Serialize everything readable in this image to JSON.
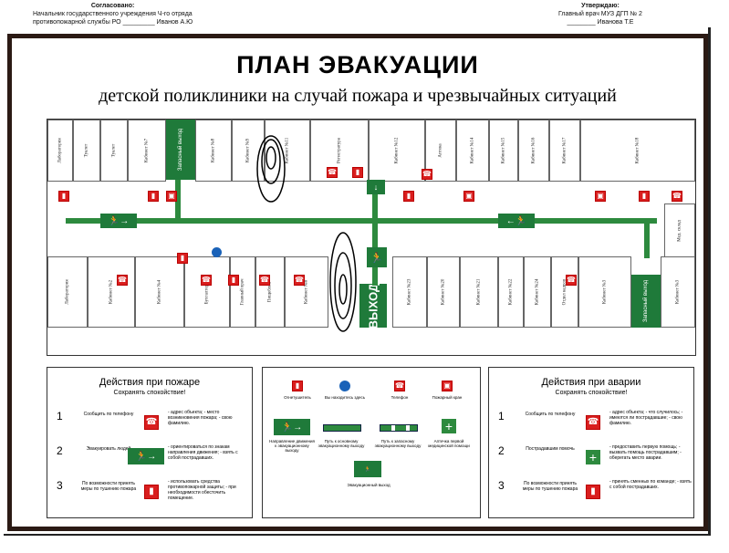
{
  "header": {
    "left_title": "Согласовано:",
    "left_line1": "Начальник государственного учреждения Ч-го отряда",
    "left_line2": "противопожарной службы РО _________ Иванов А.Ю",
    "right_title": "Утверждаю:",
    "right_line1": "Главный врач МУЗ ДГП № 2",
    "right_line2": "________ Иванова Т.Е"
  },
  "plan": {
    "title": "ПЛАН ЭВАКУАЦИИ",
    "subtitle": "детской поликлиники на случай пожара и чрезвычайных ситуаций",
    "top_rooms": [
      "Лаборатория",
      "Туалет",
      "Туалет",
      "Кабинет №7",
      "Кабинет №8",
      "Кабинет №9",
      "Кабинет №11",
      "Регистратура",
      "Кабинет №12",
      "Аптека",
      "Кабинет №14",
      "Кабинет №15",
      "Кабинет №16",
      "Кабинет №17",
      "Кабинет №18"
    ],
    "bottom_rooms": [
      "Лаборатория",
      "Кабинет №2",
      "Кабинет №4",
      "Бухгалтерия",
      "Главный врач",
      "Пищеблок",
      "Кабинет №6",
      "Кабинет №23",
      "Кабинет №20",
      "Кабинет №21",
      "Кабинет №22",
      "Кабинет №24",
      "Отдел кадров",
      "Кабинет №3",
      "Кабинет №3"
    ],
    "spare_exit": "Запасный выход",
    "main_exit": "ВЫХОД",
    "right_room": "Мед. склад"
  },
  "fire_panel": {
    "title": "Действия при пожаре",
    "subtitle": "Сохранять спокойствие!",
    "rows": [
      {
        "num": "1",
        "text": "Сообщить по телефону",
        "desc": "- адрес объекта; - место возникновения пожара; - свою фамилию."
      },
      {
        "num": "2",
        "text": "Эвакуировать людей",
        "desc": "- ориентироваться по знакам направления движения; - взять с собой пострадавших."
      },
      {
        "num": "3",
        "text": "По возможности принять меры по тушению пожара",
        "desc": "- использовать средства противопожарной защиты; - при необходимости обесточить помещение."
      }
    ]
  },
  "legend": {
    "items": [
      "Огнетушитель",
      "Вы находитесь здесь",
      "Телефон",
      "Пожарный кран",
      "Направление движения к эвакуационному выходу",
      "Путь к основному эвакуационному выходу",
      "Путь к запасному эвакуационному выходу",
      "Аптечка первой медицинской помощи",
      "Эвакуационный выход"
    ]
  },
  "accident_panel": {
    "title": "Действия при аварии",
    "subtitle": "Сохранять спокойствие!",
    "rows": [
      {
        "num": "1",
        "text": "Сообщить по телефону",
        "desc": "- адрес объекта; - что случилось; - имеются ли пострадавшие; - свою фамилию."
      },
      {
        "num": "2",
        "text": "Пострадавшим помочь",
        "desc": "- предоставить первую помощь; - вызвать помощь пострадавшим; - оберегать место аварии."
      },
      {
        "num": "3",
        "text": "По возможности принять меры по тушению пожара",
        "desc": "- принять сменных по команде; - взять с собой пострадавших."
      }
    ]
  },
  "colors": {
    "green": "#2d8a3e",
    "red": "#d91e1e",
    "frame": "#2b1a14",
    "blue": "#1a62b8"
  }
}
